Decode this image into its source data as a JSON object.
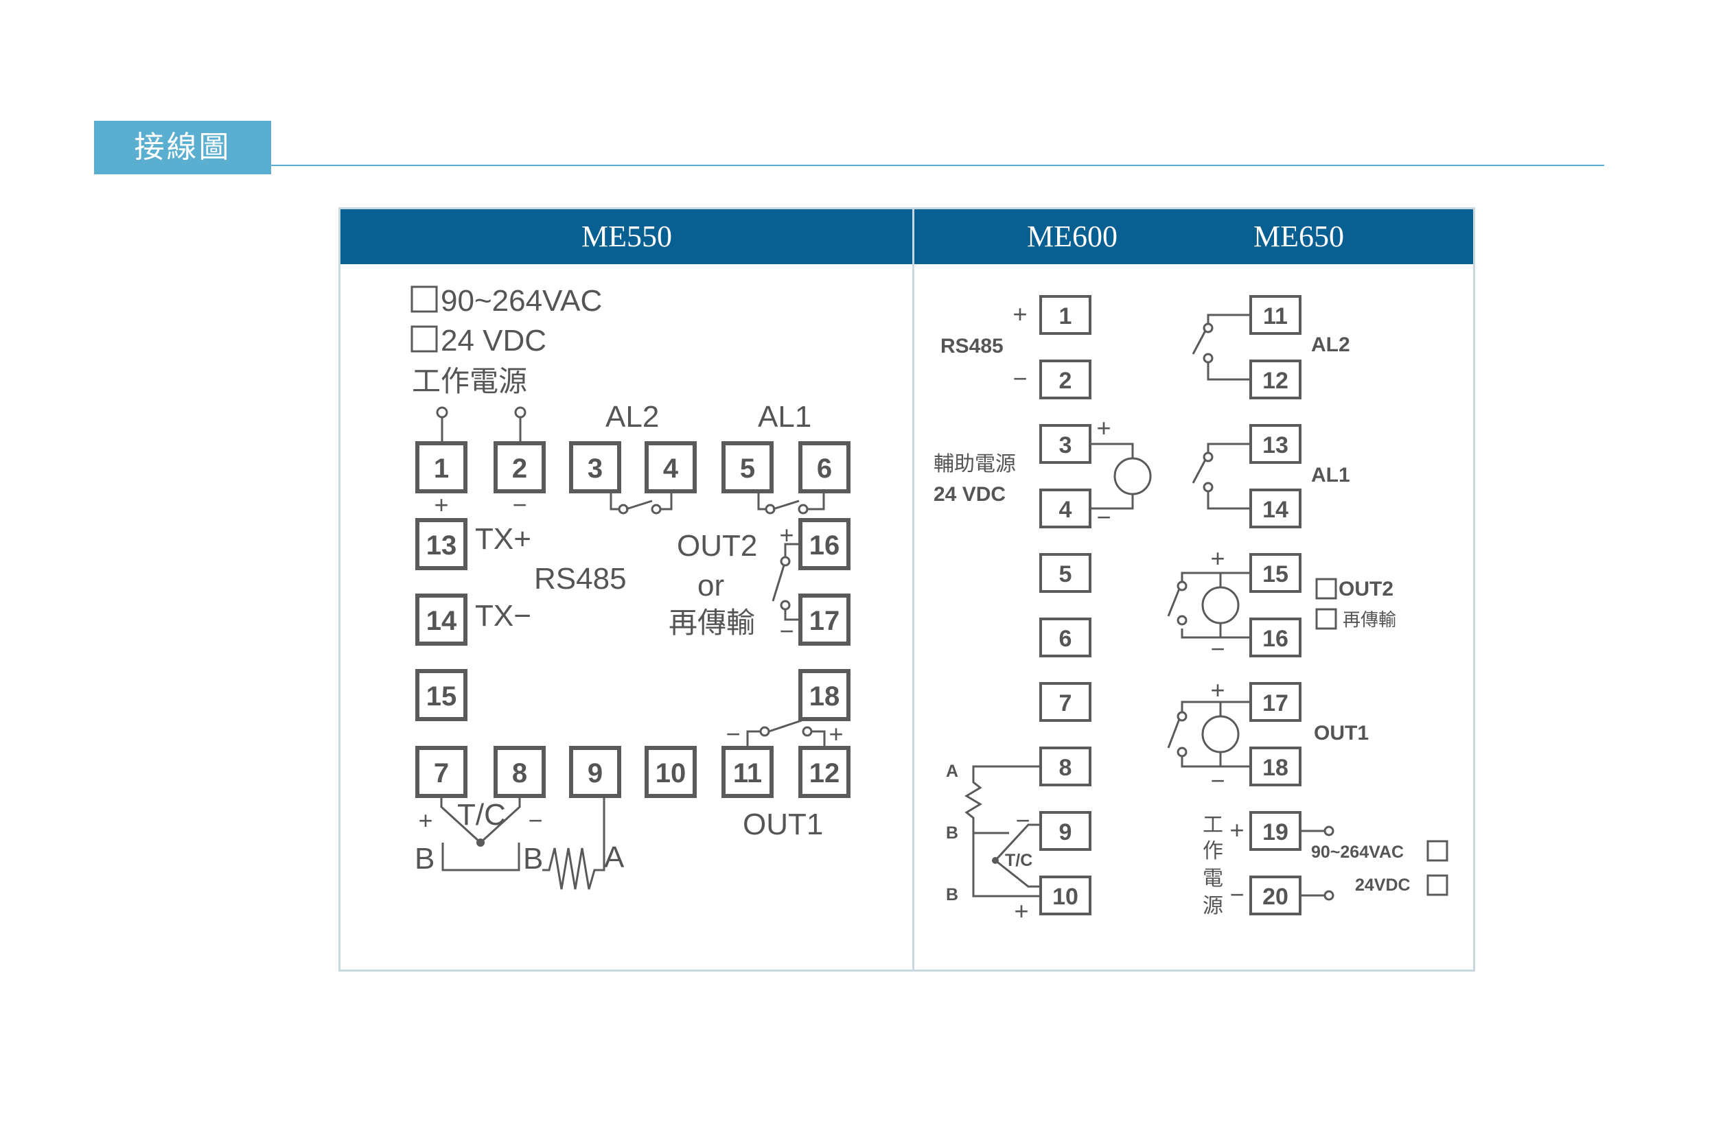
{
  "section": {
    "title": "接線圖"
  },
  "me550": {
    "title": "ME550",
    "power": {
      "opt1": "90~264VAC",
      "opt2": "24 VDC",
      "label": "工作電源"
    },
    "terminals": {
      "t1": "1",
      "t2": "2",
      "t3": "3",
      "t4": "4",
      "t5": "5",
      "t6": "6",
      "t7": "7",
      "t8": "8",
      "t9": "9",
      "t10": "10",
      "t11": "11",
      "t12": "12",
      "t13": "13",
      "t14": "14",
      "t15": "15",
      "t16": "16",
      "t17": "17",
      "t18": "18"
    },
    "labels": {
      "al2": "AL2",
      "al1": "AL1",
      "tx_plus": "TX+",
      "tx_minus": "TX−",
      "rs485": "RS485",
      "out2": "OUT2",
      "or": "or",
      "retrans": "再傳輸",
      "out1": "OUT1",
      "tc": "T/C",
      "b1": "B",
      "b2": "B",
      "a": "A",
      "plus": "+",
      "minus": "−"
    }
  },
  "me600_650": {
    "title1": "ME600",
    "title2": "ME650",
    "left_terminals": {
      "t1": "1",
      "t2": "2",
      "t3": "3",
      "t4": "4",
      "t5": "5",
      "t6": "6",
      "t7": "7",
      "t8": "8",
      "t9": "9",
      "t10": "10"
    },
    "right_terminals": {
      "t11": "11",
      "t12": "12",
      "t13": "13",
      "t14": "14",
      "t15": "15",
      "t16": "16",
      "t17": "17",
      "t18": "18",
      "t19": "19",
      "t20": "20"
    },
    "labels": {
      "rs485": "RS485",
      "aux_power": "輔助電源",
      "aux_vdc": "24 VDC",
      "al2": "AL2",
      "al1": "AL1",
      "out2": "OUT2",
      "retrans": "再傳輸",
      "out1": "OUT1",
      "a": "A",
      "b1": "B",
      "b2": "B",
      "tc": "T/C",
      "power_v1": "工",
      "power_v2": "作",
      "power_v3": "電",
      "power_v4": "源",
      "vac": "90~264VAC",
      "vdc": "24VDC",
      "plus": "+",
      "minus": "−"
    }
  },
  "colors": {
    "accent": "#5aaed0",
    "header": "#085f92",
    "line": "#5a5a5a",
    "border": "#c9d7e0"
  }
}
